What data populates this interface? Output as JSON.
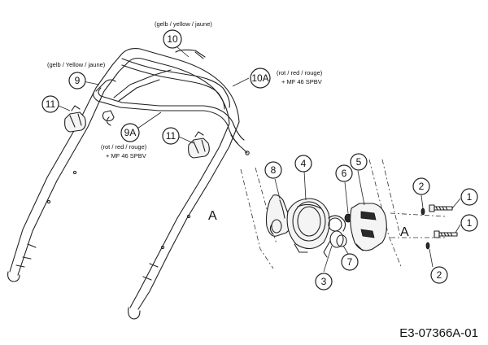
{
  "callouts": {
    "c1a": "1",
    "c1b": "1",
    "c2a": "2",
    "c2b": "2",
    "c3": "3",
    "c4": "4",
    "c5": "5",
    "c6": "6",
    "c7": "7",
    "c8": "8",
    "c9": "9",
    "c9a": "9A",
    "c10": "10",
    "c10a": "10A",
    "c11a": "11",
    "c11b": "11"
  },
  "notes": {
    "yellow_10": "(gelb / yellow / jaune)",
    "yellow_9": "(gelb / Yellow / jaune)",
    "red_10a_line1": "(rot / red / rouge)",
    "red_10a_line2": "+ MF 46 SPBV",
    "red_9a_line1": "(rot / red / rouge)",
    "red_9a_line2": "+ MF 46 SPBV"
  },
  "section_labels": {
    "a_left": "A",
    "a_right": "A"
  },
  "drawing_code": "E3-07366A-01"
}
